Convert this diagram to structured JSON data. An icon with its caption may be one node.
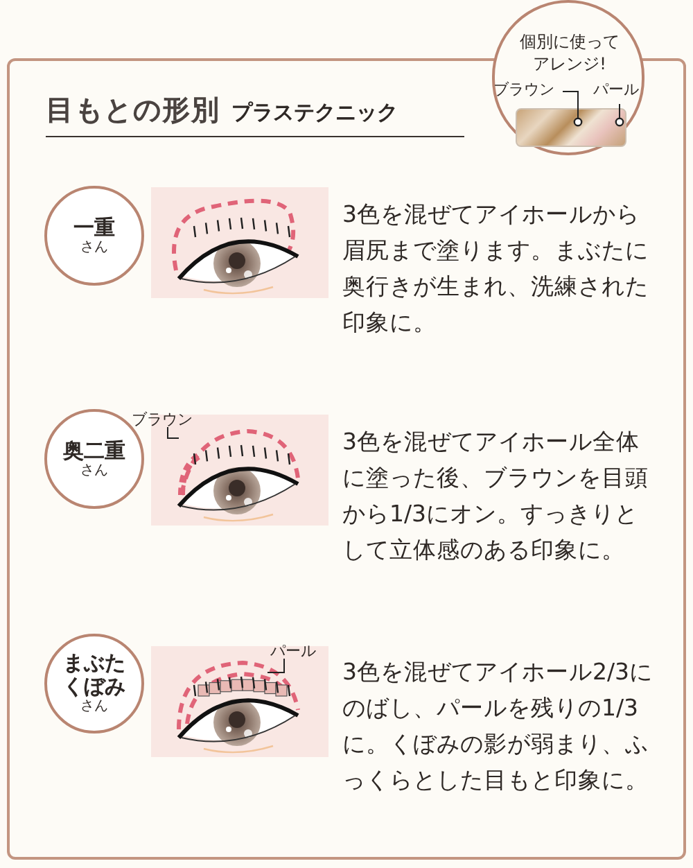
{
  "diagram": {
    "nodes": [
      {
        "text": [
          "目もとの形別",
          "プラステクニック"
        ]
      },
      {
        "text": [
          "個別に使ってアレンジ!"
        ]
      },
      {
        "text": [
          "ブラウン"
        ]
      },
      {
        "text": [
          "パール"
        ]
      },
      {
        "text": [],
        "shape": "picture"
      },
      {
        "text": [
          "一重",
          "さん"
        ],
        "in": 0
      },
      {
        "text": [],
        "shape": "picture",
        "in": 0,
        "beside": [
          "3色を混ぜてアイホールから眉尻まで塗ります。まぶたに奥行きが生まれ、洗練された印象に。"
        ]
      },
      {
        "text": [
          "奥二重",
          "さん"
        ],
        "in": 0
      },
      {
        "text": [
          "ブラウン"
        ],
        "in": 0
      },
      {
        "text": [],
        "shape": "picture",
        "in": 0,
        "beside": [
          "3色を混ぜてアイホール全体に塗った後、ブラウンを目頭から1/3にオン。すっきりとして立体感のある印象に。"
        ]
      },
      {
        "text": [
          "まぶたくぼみ",
          "さん"
        ],
        "in": 0
      },
      {
        "text": [],
        "shape": "picture",
        "in": 0,
        "beside": [
          "3色を混ぜてアイホール2/3にのばし、パールを残りの1/3に。くぼみの影が弱まり、ふっくらとした目もと印象に。"
        ]
      },
      {
        "text": [
          "パール"
        ],
        "in": 11
      }
    ],
    "edges": [
      {
        "from": 2,
        "to": 4,
        "arrow": "other"
      },
      {
        "from": 3,
        "to": 4,
        "arrow": "other"
      },
      {
        "from": 8,
        "to": 9,
        "arrow": "none"
      },
      {
        "from": 12,
        "to": 11,
        "arrow": "none"
      }
    ]
  }
}
